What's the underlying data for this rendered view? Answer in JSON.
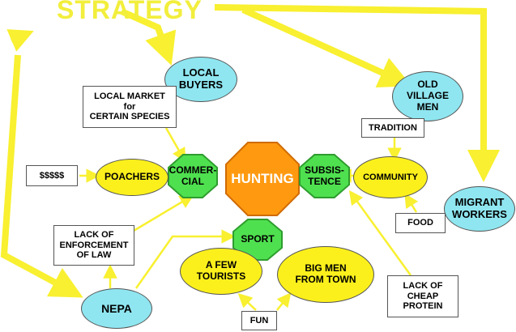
{
  "title": "STRATEGY",
  "center": "HUNTING",
  "categories": {
    "commercial": "COMMER-\nCIAL",
    "subsistence": "SUBSIS-\nTENCE",
    "sport": "SPORT"
  },
  "actors": {
    "local_buyers": "LOCAL\nBUYERS",
    "old_village_men": "OLD\nVILLAGE\nMEN",
    "poachers": "POACHERS",
    "community": "COMMUNITY",
    "migrant_workers": "MIGRANT\nWORKERS",
    "a_few_tourists": "A FEW\nTOURISTS",
    "big_men": "BIG MEN\nFROM TOWN",
    "nepa": "NEPA"
  },
  "factors": {
    "local_market": "LOCAL MARKET\nfor\nCERTAIN SPECIES",
    "tradition": "TRADITION",
    "money": "$$$$$",
    "lack_enforcement": "LACK OF\nENFORCEMENT\nOF LAW",
    "food": "FOOD",
    "fun": "FUN",
    "lack_protein": "LACK OF\nCHEAP\nPROTEIN"
  },
  "colors": {
    "arrow": "#f8f030",
    "actor_fill": "#8fe6f0",
    "yellow_fill": "#fbf01c",
    "category_fill": "#4fe04f",
    "center_fill": "#ff9a10",
    "center_text": "#ffffff"
  }
}
